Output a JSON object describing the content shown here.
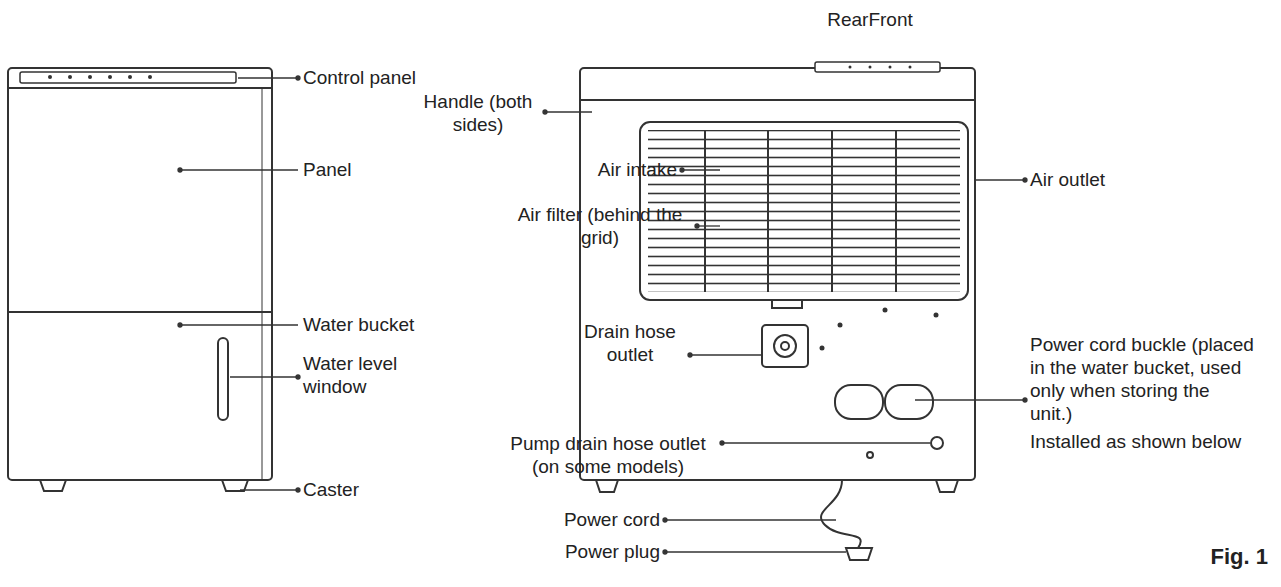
{
  "diagram": {
    "caption": "Fig. 1",
    "labels": [
      "Control panel",
      "Panel",
      "Water bucket",
      "Water level window",
      "Caster",
      "RearFront",
      "Handle (both sides)",
      "Air intake",
      "Air filter (behind the grid)",
      "Drain hose outlet",
      "Pump drain hose outlet (on some models)",
      "Power cord",
      "Power plug",
      "Air outlet",
      "Power cord buckle (placed in the water bucket, used only when storing the unit.)",
      "Installed as shown below"
    ]
  }
}
